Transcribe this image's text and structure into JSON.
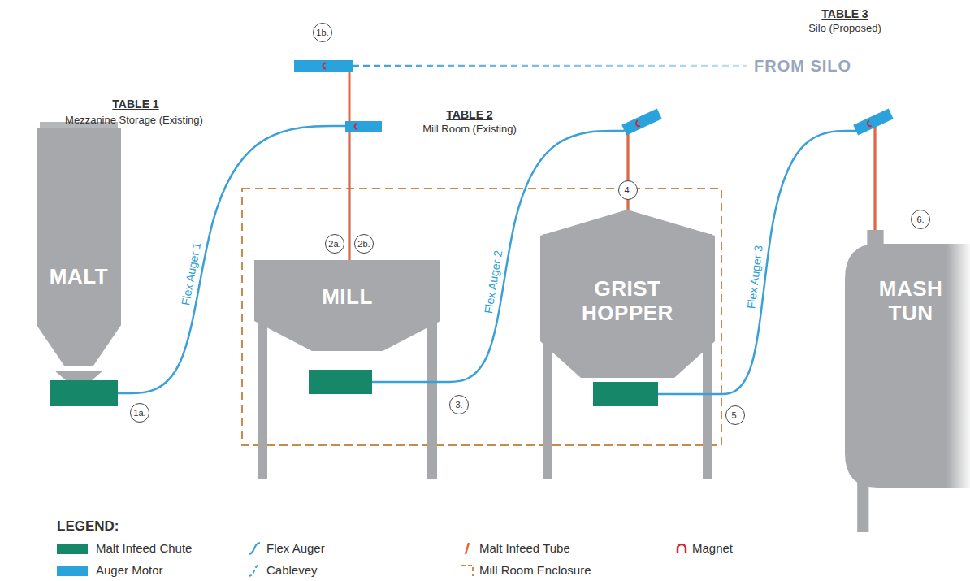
{
  "diagram": {
    "nodes": [
      {
        "text": [
          "MALT"
        ]
      },
      {
        "text": [
          "MILL"
        ]
      },
      {
        "text": [
          "GRIST HOPPER"
        ]
      },
      {
        "text": [
          "MASH TUN"
        ]
      }
    ],
    "edges": [
      {
        "from": 0,
        "to": 1,
        "arrow": "none",
        "label": "Flex Auger 1"
      },
      {
        "from": 1,
        "to": 2,
        "arrow": "none",
        "label": "Flex Auger 2"
      },
      {
        "from": 2,
        "to": 3,
        "arrow": "none",
        "label": "Flex Auger 3"
      }
    ],
    "labels": [
      "TABLE 3",
      "Silo (Proposed)",
      "FROM SILO",
      "1b.",
      "TABLE 1",
      "Mezzanine Storage (Existing)",
      "TABLE 2",
      "Mill Room (Existing)",
      "2a.",
      "2b.",
      "4.",
      "6.",
      "1a.",
      "3.",
      "5.",
      "LEGEND:"
    ],
    "legend": [
      {
        "text": "Malt Infeed Chute",
        "color": "#17876a"
      },
      {
        "text": "Flex Auger"
      },
      {
        "text": "Malt Infeed Tube"
      },
      {
        "text": "Magnet"
      },
      {
        "text": "Auger Motor",
        "color": "#2aa3dc"
      },
      {
        "text": "Cablevey"
      },
      {
        "text": "Mill Room Enclosure"
      }
    ]
  }
}
